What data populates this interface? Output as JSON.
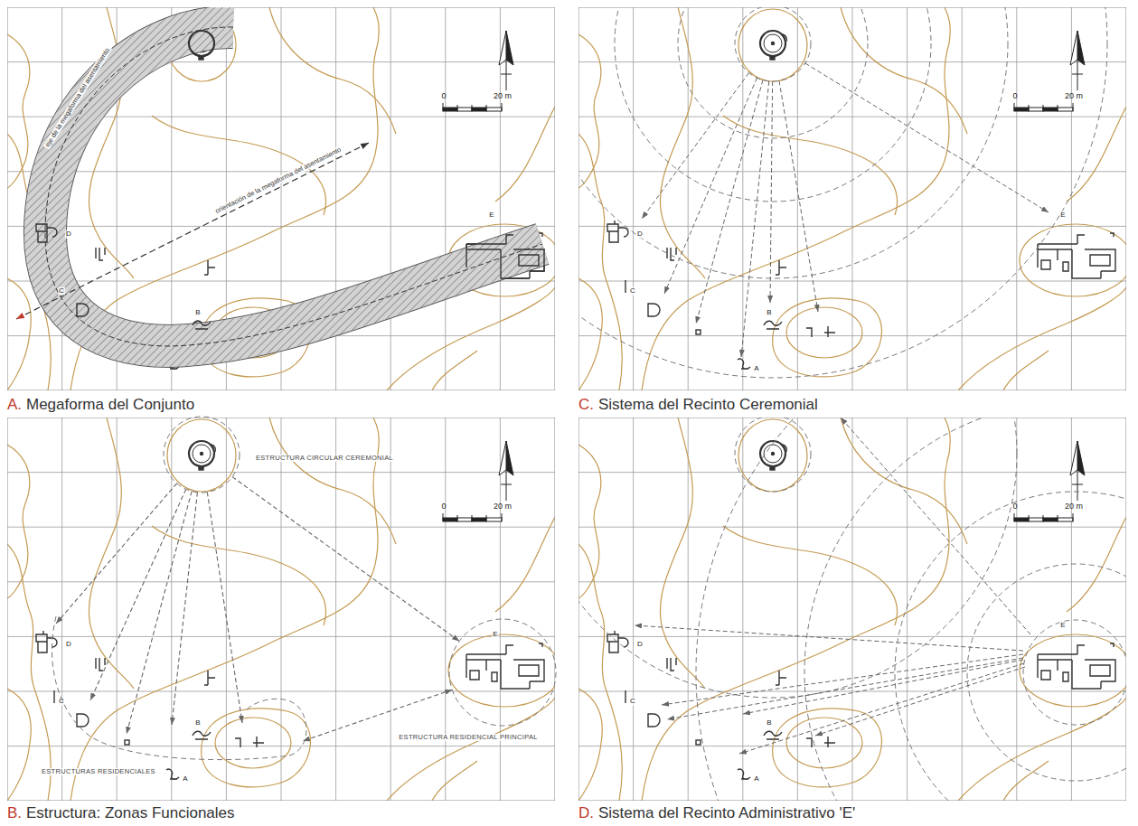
{
  "diagram": {
    "nodes": [
      {
        "text": [
          "ESTRUCTURA CIRCULAR CEREMONIAL"
        ]
      },
      {
        "text": [
          "E",
          "ESTRUCTURA RESIDENCIAL PRINCIPAL"
        ]
      },
      {
        "text": [
          "ESTRUCTURAS RESIDENCIALES"
        ]
      }
    ],
    "edges": [
      {
        "from": 0,
        "to": 1,
        "arrow": "to"
      },
      {
        "from": 0,
        "to": 2,
        "arrow": "to"
      },
      {
        "from": 0,
        "to": 2,
        "arrow": "to"
      },
      {
        "from": 0,
        "to": 2,
        "arrow": "to"
      },
      {
        "from": 0,
        "to": 2,
        "arrow": "to"
      },
      {
        "from": 0,
        "to": 2,
        "arrow": "to"
      },
      {
        "from": 1,
        "to": 2,
        "arrow": "both"
      }
    ],
    "labels": [
      "eje de la megaforma del asentamiento",
      "orientación de la megaforma del asentamiento",
      "0",
      "20 m",
      "E",
      "D",
      "C",
      "B",
      "A.",
      "Megaforma del Conjunto",
      "0",
      "20 m",
      "E",
      "D",
      "C",
      "B",
      "A",
      "C.",
      "Sistema del Recinto Ceremonial",
      "0",
      "20 m",
      "D",
      "C",
      "B",
      "A",
      "B.",
      "Estructura: Zonas Funcionales",
      "0",
      "20 m",
      "E",
      "D",
      "C",
      "B",
      "A",
      "D.",
      "Sistema del Recinto Administrativo 'E'"
    ]
  }
}
